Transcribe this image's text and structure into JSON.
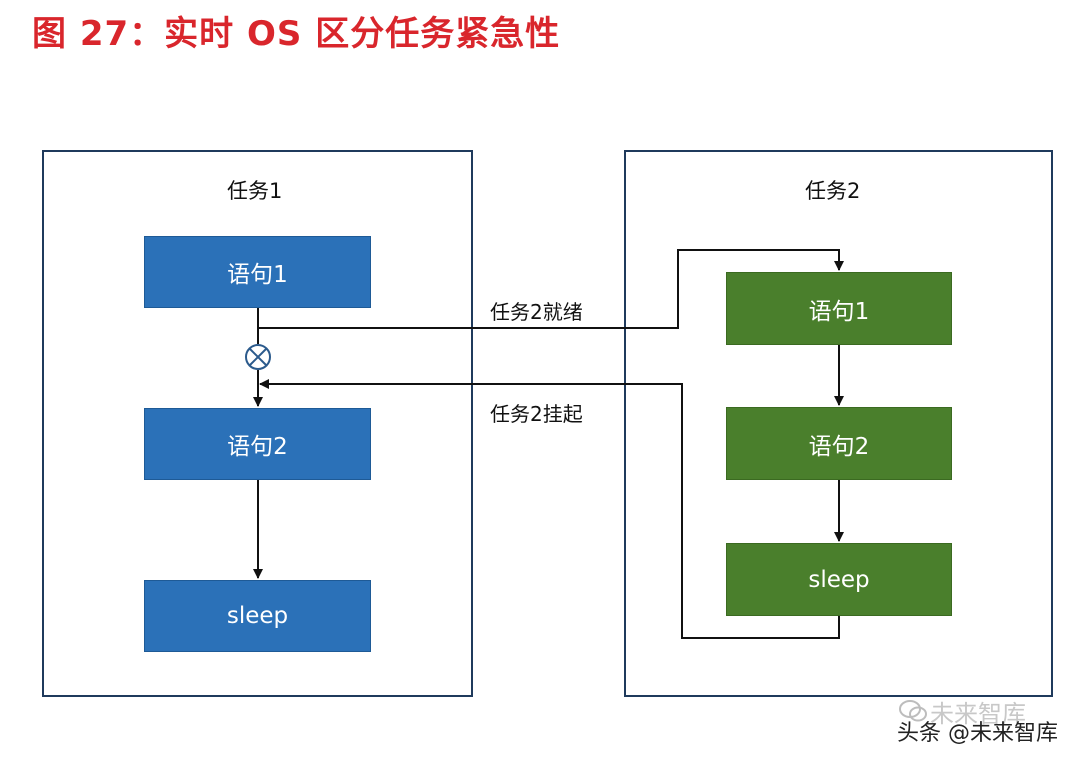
{
  "title": "图 27：实时 OS 区分任务紧急性",
  "task1": {
    "label": "任务1",
    "statements": [
      "语句1",
      "语句2",
      "sleep"
    ]
  },
  "task2": {
    "label": "任务2",
    "statements": [
      "语句1",
      "语句2",
      "sleep"
    ]
  },
  "edges": {
    "ready": "任务2就绪",
    "suspend": "任务2挂起"
  },
  "watermark": {
    "faint": "未来智库",
    "credit": "头条 @未来智库"
  },
  "colors": {
    "title": "#d9262c",
    "task1_box": "#2b71b8",
    "task2_box": "#4a7f2c",
    "panel_border": "#1f3a5c"
  },
  "icons": [
    "interrupt-junction-icon",
    "wechat-icon"
  ]
}
